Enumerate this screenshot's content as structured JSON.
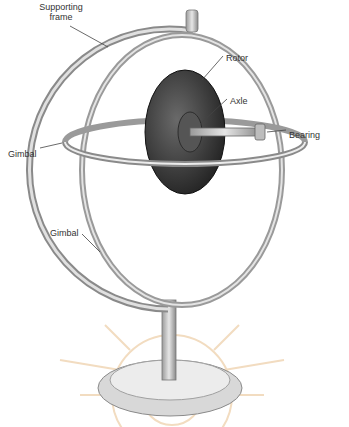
{
  "diagram": {
    "labels": [
      "Supporting frame",
      "Rotor",
      "Axle",
      "Bearing",
      "Gimbal",
      "Gimbal"
    ]
  }
}
